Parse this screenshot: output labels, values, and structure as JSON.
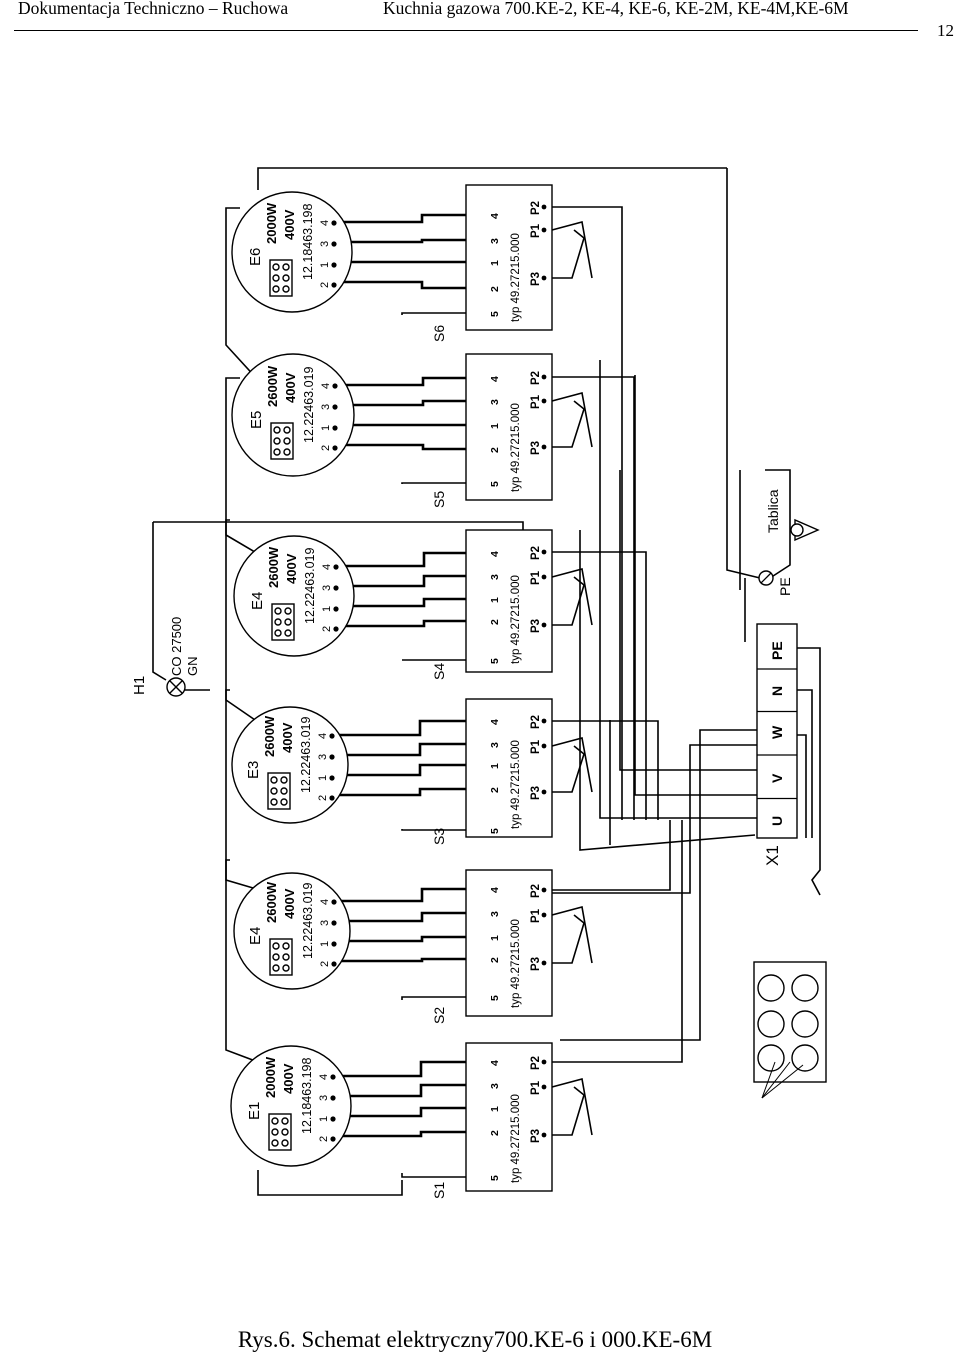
{
  "header": {
    "left": "Dokumentacja Techniczno – Ruchowa",
    "right": "Kuchnia gazowa 700.KE-2, KE-4, KE-6, KE-2M, KE-4M,KE-6M",
    "page_number": "12"
  },
  "diagram": {
    "hotplates": [
      {
        "id": "E6",
        "power": "2000W",
        "voltage": "400V",
        "code": "12.18463.198",
        "terminals": [
          "2",
          "1",
          "3",
          "4"
        ]
      },
      {
        "id": "E5",
        "power": "2600W",
        "voltage": "400V",
        "code": "12.22463.019",
        "terminals": [
          "2",
          "1",
          "3",
          "4"
        ]
      },
      {
        "id": "E4",
        "power": "2600W",
        "voltage": "400V",
        "code": "12.22463.019",
        "terminals": [
          "2",
          "1",
          "3",
          "4"
        ]
      },
      {
        "id": "E3",
        "power": "2600W",
        "voltage": "400V",
        "code": "12.22463.019",
        "terminals": [
          "2",
          "1",
          "3",
          "4"
        ]
      },
      {
        "id": "E4",
        "power": "2600W",
        "voltage": "400V",
        "code": "12.22463.019",
        "terminals": [
          "2",
          "1",
          "3",
          "4"
        ]
      },
      {
        "id": "E1",
        "power": "2000W",
        "voltage": "400V",
        "code": "12.18463.198",
        "terminals": [
          "2",
          "1",
          "3",
          "4"
        ]
      }
    ],
    "switches": [
      {
        "id": "S6",
        "type": "typ 49.27215.000",
        "terminals": [
          "5",
          "2",
          "1",
          "3",
          "4"
        ],
        "ports": [
          "P3",
          "P1",
          "P2"
        ]
      },
      {
        "id": "S5",
        "type": "typ 49.27215.000",
        "terminals": [
          "5",
          "2",
          "1",
          "3",
          "4"
        ],
        "ports": [
          "P3",
          "P1",
          "P2"
        ]
      },
      {
        "id": "S4",
        "type": "typ 49.27215.000",
        "terminals": [
          "5",
          "2",
          "1",
          "3",
          "4"
        ],
        "ports": [
          "P3",
          "P1",
          "P2"
        ]
      },
      {
        "id": "S3",
        "type": "typ 49.27215.000",
        "terminals": [
          "5",
          "2",
          "1",
          "3",
          "4"
        ],
        "ports": [
          "P3",
          "P1",
          "P2"
        ]
      },
      {
        "id": "S2",
        "type": "typ 49.27215.000",
        "terminals": [
          "5",
          "2",
          "1",
          "3",
          "4"
        ],
        "ports": [
          "P3",
          "P1",
          "P2"
        ]
      },
      {
        "id": "S1",
        "type": "typ 49.27215.000",
        "terminals": [
          "5",
          "2",
          "1",
          "3",
          "4"
        ],
        "ports": [
          "P3",
          "P1",
          "P2"
        ]
      }
    ],
    "lamp": {
      "id": "H1",
      "model": "CO 27500",
      "color": "GN"
    },
    "terminal_block": {
      "id": "X1",
      "terminals": [
        "U",
        "V",
        "W",
        "N",
        "PE"
      ]
    },
    "ground": {
      "label": "PE"
    },
    "plate": {
      "label": "Tablica"
    }
  },
  "caption": "Rys.6. Schemat elektryczny700.KE-6  i 000.KE-6M"
}
